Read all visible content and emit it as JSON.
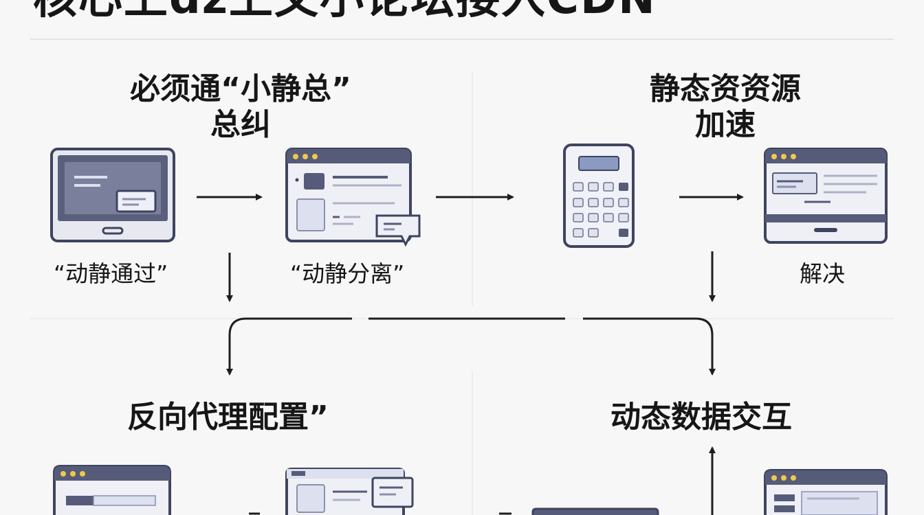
{
  "title": "核心上dz上文小论坛接入CDN",
  "headings": {
    "top_left": [
      "必须通“小静总”",
      "总纠"
    ],
    "top_right": [
      "静态资资源",
      "加速"
    ],
    "bottom_left": "反向代理配置”",
    "bottom_right": "动态数据交互"
  },
  "captions": {
    "laptop": "“动静通过”",
    "browser": "“动静分离”",
    "monitor": "解决"
  },
  "colors": {
    "outline": "#3f445f",
    "frame": "#555b78",
    "panel": "#dde0ee",
    "dot": "#f2c84b",
    "arrow": "#1e1e1e"
  }
}
